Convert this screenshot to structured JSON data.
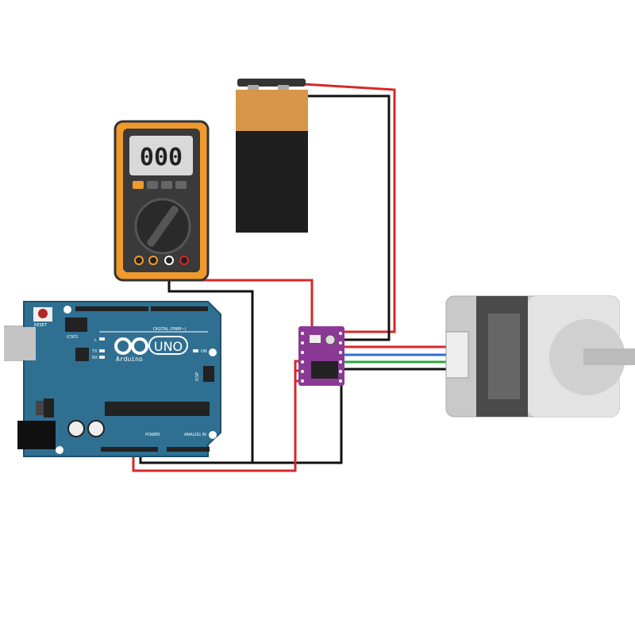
{
  "multimeter": {
    "display": "000"
  },
  "arduino": {
    "reset_label": "RESET",
    "icsp2_label": "ICSP2",
    "icsp_label": "ICSP",
    "digital_label": "DIGITAL (PWM~)",
    "logo_text": "UNO",
    "brand": "Arduino",
    "led_l": "L",
    "led_tx": "TX",
    "led_rx": "RX",
    "led_on": "ON",
    "power_label": "POWER",
    "analog_label": "ANALOG IN"
  },
  "wire_colors": {
    "positive": "#d62828",
    "ground": "#111111",
    "coil_a": "#d62828",
    "coil_b": "#2f6fd6",
    "coil_c": "#2aa83a",
    "coil_d": "#111111"
  },
  "colors": {
    "board": "#2f6f92",
    "multimeter": "#f09a2c",
    "driver": "#8a3a94",
    "motor": "#c9c9c9"
  }
}
